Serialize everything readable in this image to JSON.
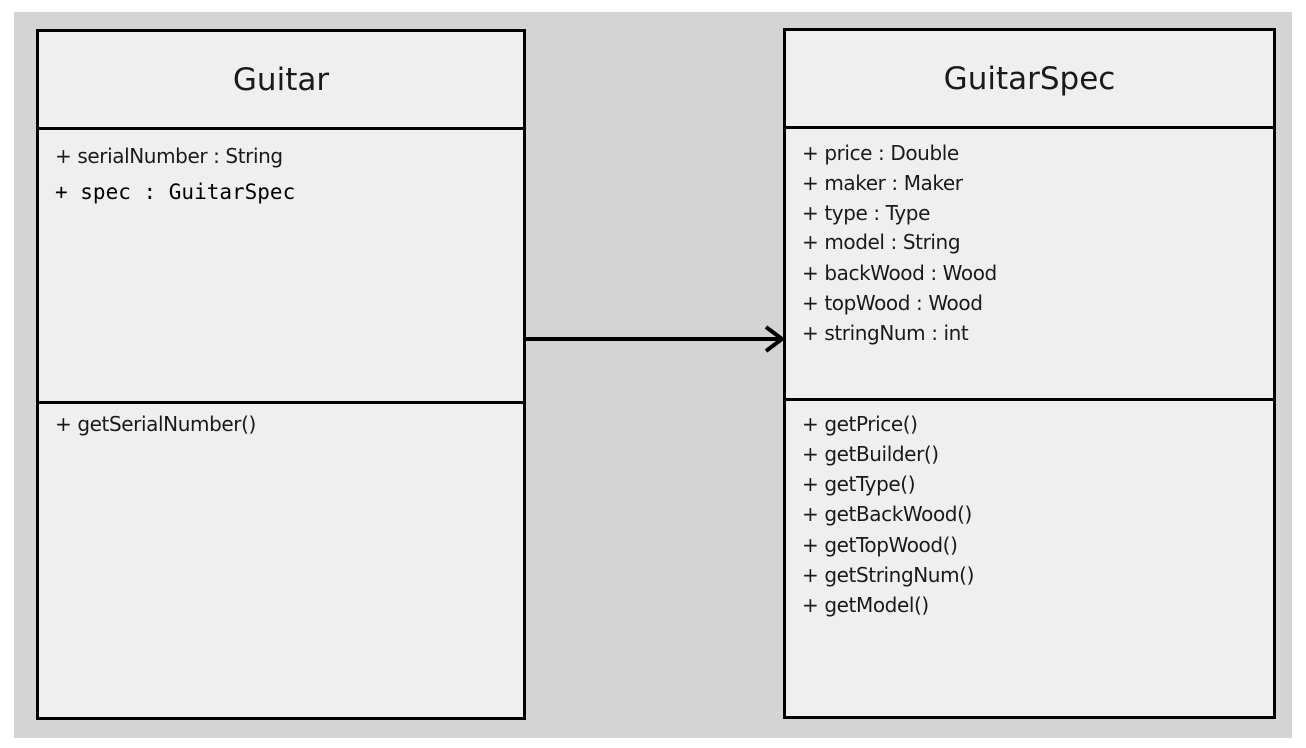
{
  "colors": {
    "background": "#d4d4d4",
    "class_fill": "#efefef",
    "border": "#000000"
  },
  "guitar": {
    "name": "Guitar",
    "attributes": [
      "+ serialNumber : String",
      "+ spec : GuitarSpec"
    ],
    "operations": [
      "+ getSerialNumber()"
    ]
  },
  "guitar_spec": {
    "name": "GuitarSpec",
    "attributes": [
      "+ price : Double",
      "+ maker :  Maker",
      "+ type : Type",
      "+ model : String",
      "+ backWood : Wood",
      "+ topWood : Wood",
      "+ stringNum : int"
    ],
    "operations": [
      "+ getPrice()",
      "+ getBuilder()",
      "+ getType()",
      "+ getBackWood()",
      "+ getTopWood()",
      "+ getStringNum()",
      "+ getModel()"
    ]
  }
}
